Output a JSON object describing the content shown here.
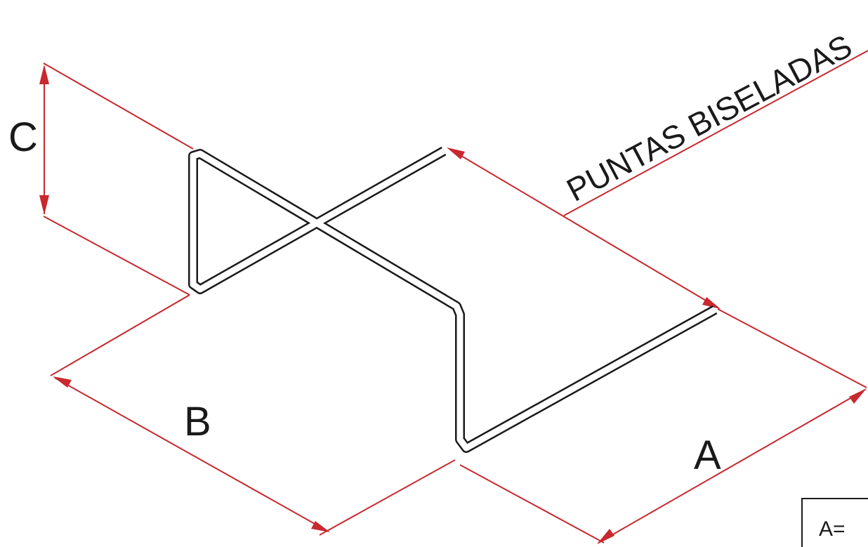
{
  "labels": {
    "c": "C",
    "b": "B",
    "a": "A",
    "note": "PUNTAS BISELADAS",
    "box": "A="
  },
  "colors": {
    "dimension": "#c8282e",
    "rod": "#1a1a1a",
    "background": "#ffffff"
  }
}
